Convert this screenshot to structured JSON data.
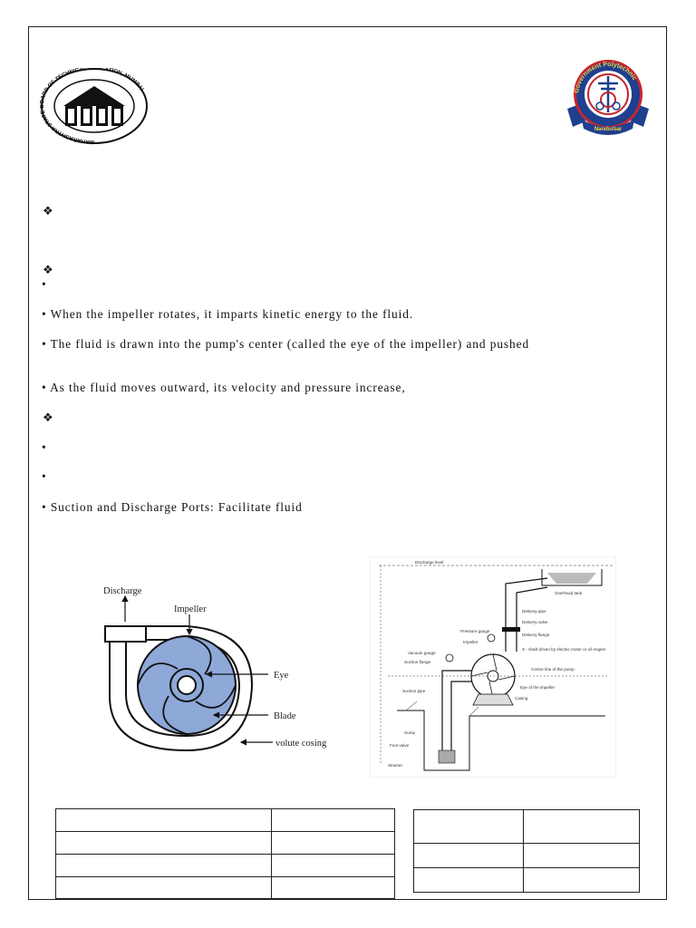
{
  "logos": {
    "left": {
      "ring_text": "MAHARASHTRA STATE BOARD OF TECHNICAL EDUCATION, MUMBAI"
    },
    "right": {
      "ring_text": "Government Polytechnic",
      "banner_text": "Nandurbar"
    }
  },
  "bullets": {
    "diamond_1": "❖",
    "diamond_2": "❖",
    "dot_empty_1": "•",
    "line_1": "• When the impeller rotates, it imparts kinetic energy to the fluid.",
    "line_2": "• The fluid is drawn into the pump's center (called the eye of the impeller) and pushed",
    "line_3": "• As the fluid moves outward, its velocity and pressure increase,",
    "diamond_3": "❖",
    "dot_empty_2": "•",
    "dot_empty_3": "•",
    "line_4": "• Suction and Discharge Ports: Facilitate fluid"
  },
  "figure_left": {
    "discharge": "Discharge",
    "impeller": "Impeller",
    "eye": "Eye",
    "blade": "Blade",
    "volute": "volute cosing",
    "colors": {
      "impeller_fill": "#8ea8d8"
    }
  },
  "figure_right": {
    "discharge_level": "Discharge level",
    "overhead_tank": "Overhead tank",
    "delivery_pipe": "Delivery pipe",
    "delivery_valve": "Delivery valve",
    "delivery_flange": "Delivery flange",
    "pressure_gauge": "Pressure gauge",
    "impeller": "Impeller",
    "vacuum_gauge": "Vacuum gauge",
    "suction_flange": "Suction flange",
    "shaft_note": "S - shaft driven by electric motor or oil engine",
    "centre_line": "Centre line of the pump",
    "eye": "Eye of the impeller",
    "casing": "Casing",
    "suction_pipe": "Suction pipe",
    "sump": "Sump",
    "foot_valve": "Foot valve",
    "strainer": "Strainer"
  },
  "tables": {
    "left": {
      "rows": 4,
      "cols": 2
    },
    "right": {
      "rows": 3,
      "cols": 2
    }
  }
}
